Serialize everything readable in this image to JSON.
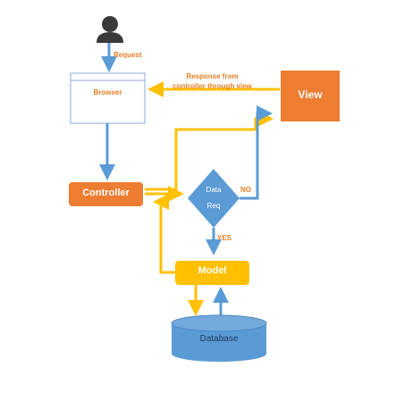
{
  "labels": {
    "request": "Request",
    "response": "Response from\ncontroller through view",
    "browser": "Browser",
    "view": "View",
    "controller": "Controller",
    "decision_line1": "Data",
    "decision_line2": "Req",
    "no": "NO",
    "yes": "YES",
    "model": "Model",
    "database": "Database"
  },
  "colors": {
    "orange": "#ed7d31",
    "blue": "#5b9bd5",
    "yellow": "#ffc000",
    "label_orange": "#e67e22",
    "user_icon": "#3a3a3a",
    "browser_border": "#8faadc"
  },
  "icons": {
    "user": "user-icon"
  }
}
